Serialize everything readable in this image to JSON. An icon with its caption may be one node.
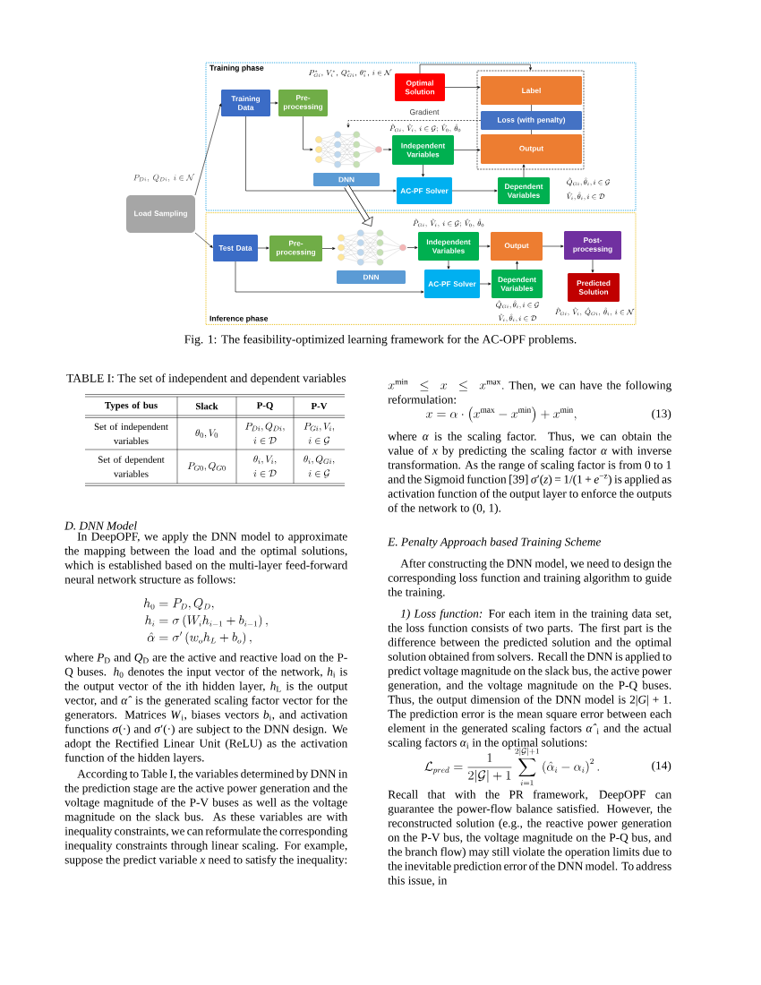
{
  "diagram": {
    "caption": "Fig. 1: The feasibility-optimized learning framework for the AC-OPF problems.",
    "nodes": [
      {
        "text": [
          "Training phase"
        ]
      },
      {
        "text": [
          "Training Data"
        ],
        "in": 0
      },
      {
        "text": [
          "Pre-processing"
        ],
        "in": 0
      },
      {
        "text": [
          "Optimal Solution"
        ],
        "in": 0,
        "beside": [
          "P^{*}_{Gi},\\ V^{*}_{i},\\ Q^{*}_{Gi},\\ \\theta^{*}_{i},\\ i\\in\\mathcal{N}"
        ]
      },
      {
        "text": [],
        "shape": "box",
        "in": 0
      },
      {
        "text": [
          "Label"
        ],
        "in": 4
      },
      {
        "text": [
          "Loss (with penalty)"
        ],
        "in": 4
      },
      {
        "text": [
          "Output"
        ],
        "in": 4
      },
      {
        "text": [],
        "shape": "picture",
        "in": 0
      },
      {
        "text": [
          "DNN"
        ],
        "in": 0
      },
      {
        "text": [
          "Independent Variables"
        ],
        "in": 0,
        "beside": [
          "\\hat{P}_{Gi},\\ \\hat{V}_{i},\\ i\\in\\mathcal{G};\\ \\hat{V}_{0},\\ \\hat{\\theta}_{0}"
        ]
      },
      {
        "text": [
          "AC-PF Solver"
        ],
        "in": 0
      },
      {
        "text": [
          "Dependent Variables"
        ],
        "in": 0,
        "beside": [
          "\\hat{Q}_{Gi},\\hat{\\theta}_{i},i\\in\\mathcal{G}",
          "\\hat{V}_{i},\\hat{\\theta}_{i},i\\in\\mathcal{D}"
        ]
      },
      {
        "text": [
          "Load Sampling"
        ]
      },
      {
        "text": [
          "Inference phase"
        ]
      },
      {
        "text": [
          "Test Data"
        ],
        "in": 14
      },
      {
        "text": [
          "Pre-processing"
        ],
        "in": 14
      },
      {
        "text": [],
        "shape": "picture",
        "in": 14
      },
      {
        "text": [
          "DNN"
        ],
        "in": 14
      },
      {
        "text": [
          "Independent Variables"
        ],
        "in": 14,
        "beside": [
          "\\hat{P}_{Gi},\\ \\hat{V}_{i},\\ i\\in\\mathcal{G};\\ \\hat{V}_{0},\\ \\hat{\\theta}_{0}"
        ]
      },
      {
        "text": [
          "Output"
        ],
        "in": 14
      },
      {
        "text": [
          "Post-processing"
        ],
        "in": 14
      },
      {
        "text": [
          "AC-PF Solver"
        ],
        "in": 14
      },
      {
        "text": [
          "Dependent Variables"
        ],
        "in": 14,
        "beside": [
          "\\hat{Q}_{Gi},\\hat{\\theta}_{i},i\\in\\mathcal{G}",
          "\\hat{V}_{i},\\hat{\\theta}_{i},i\\in\\mathcal{D}"
        ]
      },
      {
        "text": [
          "Predicted Solution"
        ],
        "in": 14,
        "beside": [
          "\\hat{P}_{Gi},\\ \\hat{V}_{i},\\ \\hat{Q}_{Gi},\\ \\hat{\\theta}_{i},\\ i\\in\\mathcal{N}"
        ]
      }
    ],
    "edges": [
      {
        "from": 13,
        "to": 1,
        "arrow": "to",
        "label": "P_{Di},\\ Q_{Di},\\ i\\in\\mathcal{N}"
      },
      {
        "from": 13,
        "to": 15,
        "arrow": "to"
      },
      {
        "from": 1,
        "to": 2,
        "arrow": "to"
      },
      {
        "from": 2,
        "to": 8,
        "arrow": "to"
      },
      {
        "from": 8,
        "to": 10,
        "arrow": "to"
      },
      {
        "from": 3,
        "to": 5,
        "arrow": "to"
      },
      {
        "from": 3,
        "to": 4,
        "arrow": "to"
      },
      {
        "from": 10,
        "to": 7,
        "arrow": "to"
      },
      {
        "from": 6,
        "to": 8,
        "arrow": "to",
        "style": "dashed",
        "label": "Gradient"
      },
      {
        "from": 5,
        "to": 6,
        "arrow": "none"
      },
      {
        "from": 6,
        "to": 7,
        "arrow": "none"
      },
      {
        "from": 10,
        "to": 11,
        "arrow": "to"
      },
      {
        "from": 1,
        "to": 11,
        "arrow": "to"
      },
      {
        "from": 11,
        "to": 12,
        "arrow": "to"
      },
      {
        "from": 12,
        "to": 7,
        "arrow": "to"
      },
      {
        "from": 9,
        "to": 17,
        "arrow": "to",
        "style": "thick"
      },
      {
        "from": 15,
        "to": 16,
        "arrow": "to"
      },
      {
        "from": 16,
        "to": 17,
        "arrow": "to"
      },
      {
        "from": 17,
        "to": 19,
        "arrow": "to"
      },
      {
        "from": 19,
        "to": 20,
        "arrow": "to"
      },
      {
        "from": 20,
        "to": 21,
        "arrow": "to"
      },
      {
        "from": 21,
        "to": 24,
        "arrow": "to"
      },
      {
        "from": 19,
        "to": 22,
        "arrow": "to"
      },
      {
        "from": 15,
        "to": 22,
        "arrow": "to"
      },
      {
        "from": 22,
        "to": 23,
        "arrow": "to"
      },
      {
        "from": 23,
        "to": 20,
        "arrow": "to"
      }
    ],
    "labels": [
      "TABLE I: The set of independent and dependent variables",
      "Types of bus",
      "Slack",
      "P-Q",
      "P-V",
      "Set of independent variables",
      "\\theta_0,V_0",
      "\\begin{array}{c}P_{Di},Q_{Di},\\\\ i\\in\\mathcal{D}\\end{array}",
      "\\begin{array}{c}P_{Gi},V_{i},\\\\ i\\in\\mathcal{G}\\end{array}",
      "Set of dependent variables",
      "P_{G0},Q_{G0}",
      "\\begin{array}{c}\\theta_{i},V_{i},\\\\ i\\in\\mathcal{D}\\end{array}",
      "\\begin{array}{c}\\theta_{i},Q_{Gi},\\\\ i\\in\\mathcal{G}\\end{array}",
      "D. DNN Model",
      "In DeepOPF, we apply the DNN model to approximate the mapping between the load and the optimal solutions, which is established based on the multi-layer feed-forward neural network structure as follows:",
      "\\begin{aligned}h_0&=P_D,Q_D,\\\\ h_i&=\\sigma\\left(W_ih_{i-1}+b_{i-1}\\right),\\\\ \\hat{\\alpha}&=\\sigma'\\left(w_oh_L+b_o\\right),\\end{aligned}",
      "where *P*$_{D}$ and *Q*$_{D}$ are the active and reactive load on the P-Q buses. *h*$_{0}$ denotes the input vector of the network, *h*$_{i}$ is the output vector of the ith hidden layer, *h*$_{L}$ is the output vector, and *α̂* is the generated scaling factor vector for the generators. Matrices *W*$_{i}$, biases vectors *b*$_{i}$, and activation functions *σ*(·) and *σ*′(·) are subject to the DNN design. We adopt the Rectified Linear Unit (ReLU) as the activation function of the hidden layers.",
      "According to Table I, the variables determined by DNN in the prediction stage are the active power generation and the voltage magnitude of the P-V buses as well as the voltage magnitude on the slack bus. As these variables are with inequality constraints, we can reformulate the corresponding inequality constraints through linear scaling. For example, suppose the predict variable *x* need to satisfy the inequality:",
      "x^{\\min}\\ \\le\\ x\\ \\le\\ x^{\\max}.",
      "Then, we can have the following reformulation:",
      "x=\\alpha\\cdot\\left(x^{\\max}-x^{\\min}\\right)+x^{\\min},",
      "(13)",
      "where *α* is the scaling factor. Thus, we can obtain the value of *x* by predicting the scaling factor *α* with inverse transformation. As the range of scaling factor is from 0 to 1 and the Sigmoid function [39] *σ*′(*z*) = 1/(1 + *e*$^{−z}$) is applied as activation function of the output layer to enforce the outputs of the network to (0, 1).",
      "E. Penalty Approach based Training Scheme",
      "After constructing the DNN model, we need to design the corresponding loss function and training algorithm to guide the training.",
      "*1) Loss function:* For each item in the training data set, the loss function consists of two parts. The first part is the difference between the predicted solution and the optimal solution obtained from solvers. Recall the DNN is applied to predict voltage magnitude on the slack bus, the active power generation, and the voltage magnitude on the P-Q buses. Thus, the output dimension of the DNN model is 2|*G*| + 1. The prediction error is the mean square error between each element in the generated scaling factors *α̂*$_{i}$ and the actual scaling factors *α*$_{i}$ in the optimal solutions:",
      "\\mathcal{L}_{pred}=\\frac{1}{2|\\mathcal{G}|+1}\\sum_{i=1}^{2|\\mathcal{G}|+1}\\left(\\hat{\\alpha}_i-\\alpha_i\\right)^2.",
      "(14)",
      "Recall that with the PR framework, DeepOPF can guarantee the power-flow balance satisfied. However, the reconstructed solution (e.g., the reactive power generation on the P-V bus, the voltage magnitude on the P-Q bus, and the branch flow) may still violate the operation limits due to the inevitable prediction error of the DNN model. To address this issue, in"
    ]
  }
}
